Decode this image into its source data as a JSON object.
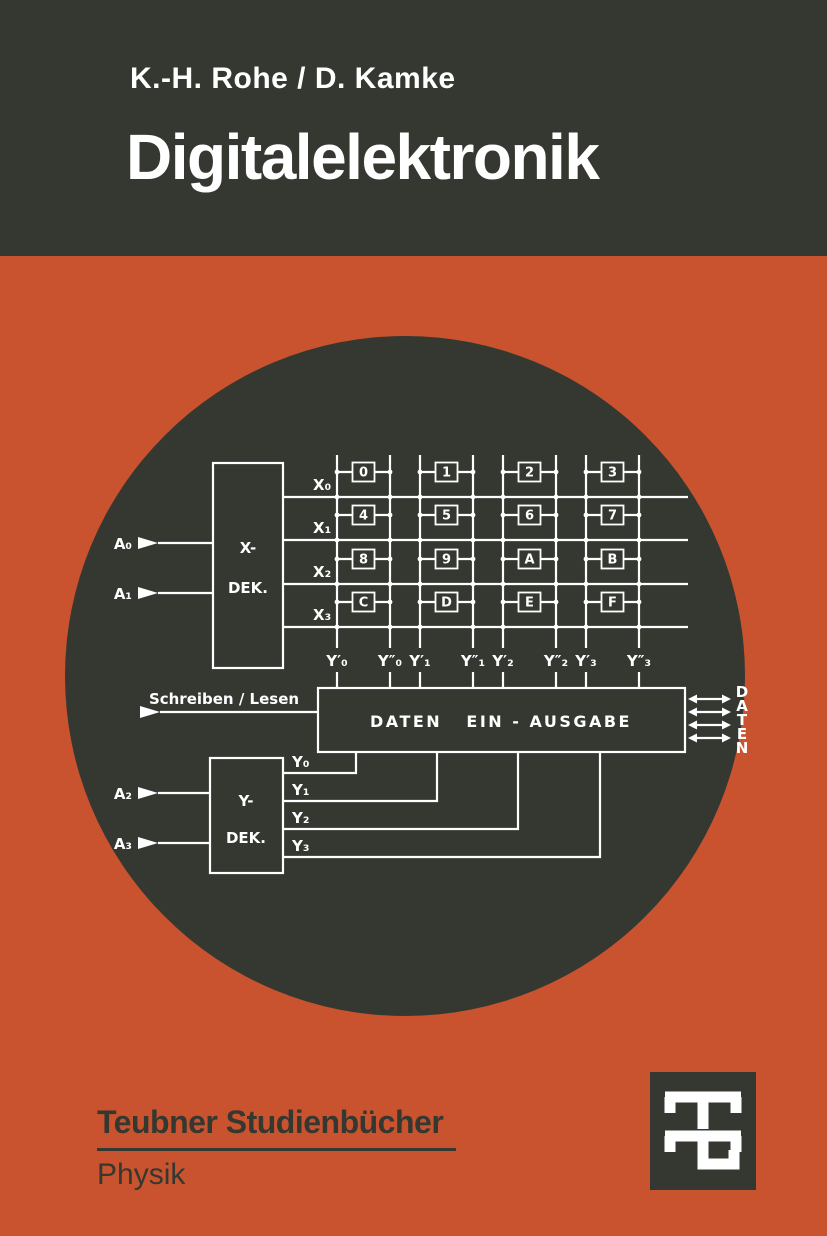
{
  "cover": {
    "authors": "K.-H. Rohe / D. Kamke",
    "title": "Digitalelektronik",
    "series": "Teubner Studienbücher",
    "series_subtitle": "Physik"
  },
  "colors": {
    "dark": "#343830",
    "orange": "#c9532e",
    "white": "#ffffff"
  },
  "diagram": {
    "x_decoder": {
      "line1": "X-",
      "line2": "DEK."
    },
    "y_decoder": {
      "line1": "Y-",
      "line2": "DEK."
    },
    "io_box_label": "DATEN   EIN - AUSGABE",
    "write_read_label": "Schreiben / Lesen",
    "data_bus_label": "DATEN",
    "address_inputs": [
      "A₀",
      "A₁",
      "A₂",
      "A₃"
    ],
    "row_labels": [
      "X₀",
      "X₁",
      "X₂",
      "X₃"
    ],
    "column_labels": [
      "Y′₀",
      "Y″₀",
      "Y′₁",
      "Y″₁",
      "Y′₂",
      "Y″₂",
      "Y′₃",
      "Y″₃"
    ],
    "y_outputs": [
      "Y₀",
      "Y₁",
      "Y₂",
      "Y₃"
    ],
    "cells": [
      "0",
      "1",
      "2",
      "3",
      "4",
      "5",
      "6",
      "7",
      "8",
      "9",
      "A",
      "B",
      "C",
      "D",
      "E",
      "F"
    ]
  }
}
